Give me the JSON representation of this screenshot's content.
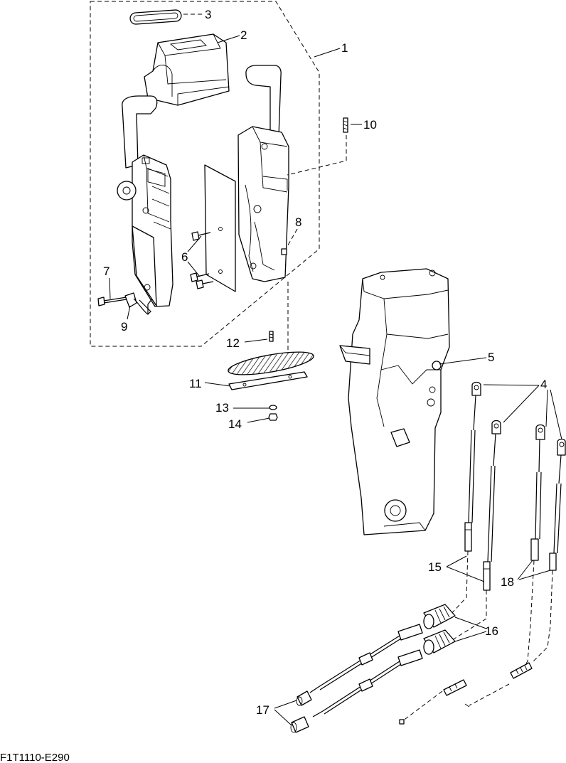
{
  "callouts": [
    "1",
    "2",
    "3",
    "4",
    "5",
    "6",
    "7",
    "8",
    "9",
    "10",
    "11",
    "12",
    "13",
    "14",
    "15",
    "16",
    "17",
    "18"
  ],
  "figure_code": "F1T1110-E290"
}
